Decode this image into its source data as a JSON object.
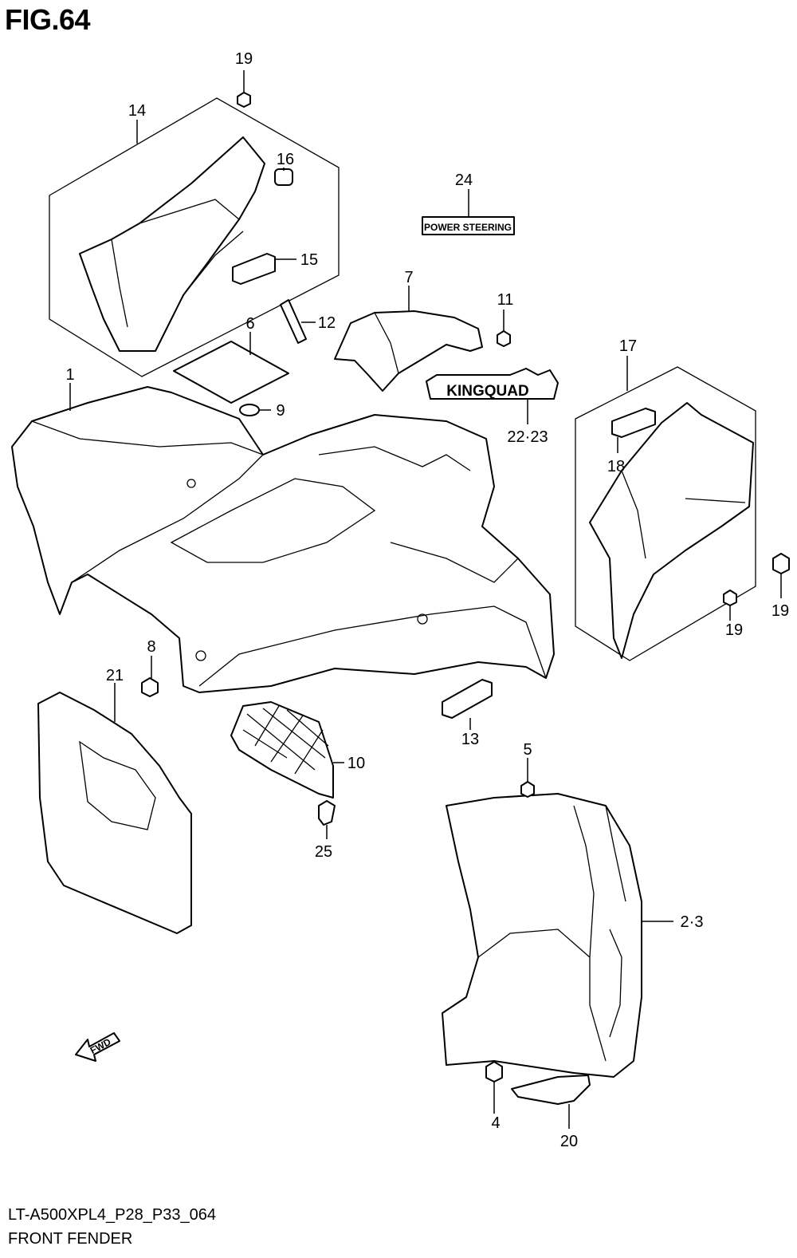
{
  "header": {
    "figure_title": "FIG.64"
  },
  "footer": {
    "model_code": "LT-A500XPL4_P28_P33_064",
    "section_name": "FRONT FENDER"
  },
  "decals": {
    "power_steering": "POWER STEERING",
    "kingquad": "KINGQUAD",
    "fwd": "FWD"
  },
  "callouts": {
    "c1": "1",
    "c2_3": "2·3",
    "c4": "4",
    "c5": "5",
    "c6": "6",
    "c7": "7",
    "c8": "8",
    "c9": "9",
    "c10": "10",
    "c11": "11",
    "c12": "12",
    "c13": "13",
    "c14": "14",
    "c15": "15",
    "c16": "16",
    "c17": "17",
    "c18": "18",
    "c19a": "19",
    "c19b": "19",
    "c19c": "19",
    "c20": "20",
    "c21": "21",
    "c22_23": "22·23",
    "c24": "24",
    "c25": "25"
  }
}
